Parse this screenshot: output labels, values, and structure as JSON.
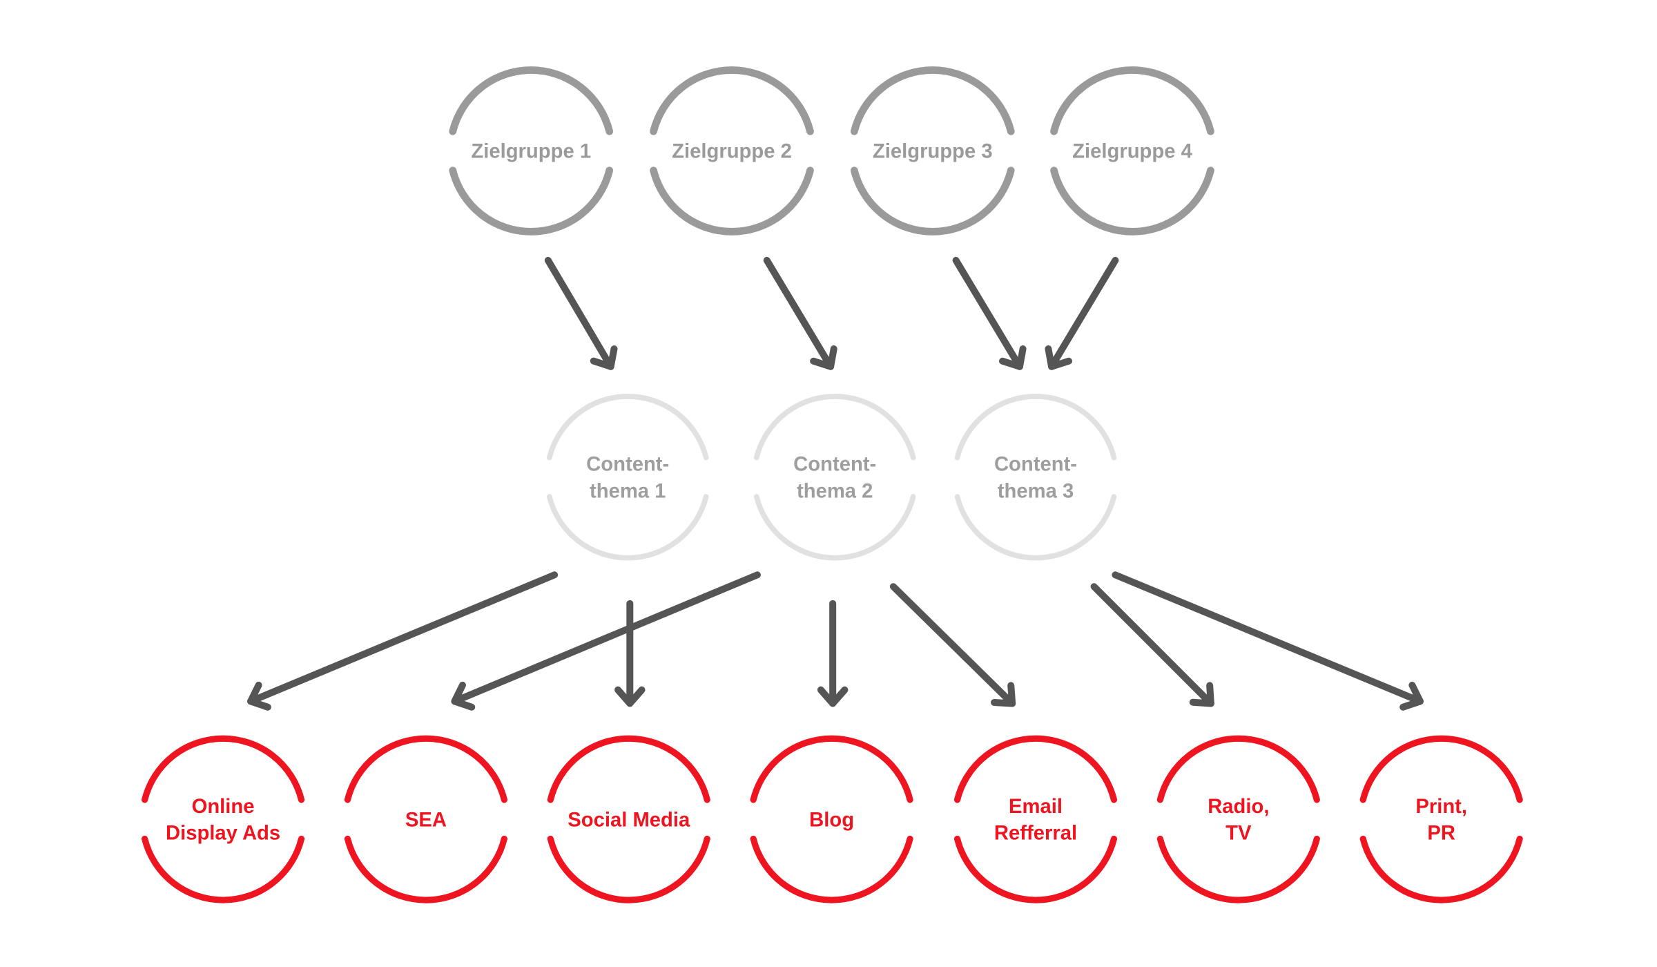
{
  "colors": {
    "audience": "#9a9a9a",
    "audience_text": "#9a9a9a",
    "topic": "#e1e1e1",
    "topic_text": "#9e9e9e",
    "channel": "#ee1520",
    "channel_text": "#ee1520",
    "arrow": "#555555"
  },
  "audiences": [
    {
      "lines": [
        "Zielgruppe 1"
      ]
    },
    {
      "lines": [
        "Zielgruppe 2"
      ]
    },
    {
      "lines": [
        "Zielgruppe 3"
      ]
    },
    {
      "lines": [
        "Zielgruppe 4"
      ]
    }
  ],
  "topics": [
    {
      "lines": [
        "Content-",
        "thema 1"
      ]
    },
    {
      "lines": [
        "Content-",
        "thema 2"
      ]
    },
    {
      "lines": [
        "Content-",
        "thema 3"
      ]
    }
  ],
  "channels": [
    {
      "lines": [
        "Online",
        "Display Ads"
      ]
    },
    {
      "lines": [
        "SEA"
      ]
    },
    {
      "lines": [
        "Social Media"
      ]
    },
    {
      "lines": [
        "Blog"
      ]
    },
    {
      "lines": [
        "Email",
        "Refferral"
      ]
    },
    {
      "lines": [
        "Radio,",
        "TV"
      ]
    },
    {
      "lines": [
        "Print,",
        "PR"
      ]
    }
  ],
  "edges": [
    {
      "from": "audiences.0",
      "to": "topics.0"
    },
    {
      "from": "audiences.1",
      "to": "topics.1"
    },
    {
      "from": "audiences.2",
      "to": "topics.2"
    },
    {
      "from": "audiences.3",
      "to": "topics.2"
    },
    {
      "from": "topics.0",
      "to": "channels.0"
    },
    {
      "from": "topics.0",
      "to": "channels.2"
    },
    {
      "from": "topics.1",
      "to": "channels.1"
    },
    {
      "from": "topics.1",
      "to": "channels.3"
    },
    {
      "from": "topics.1",
      "to": "channels.4"
    },
    {
      "from": "topics.2",
      "to": "channels.5"
    },
    {
      "from": "topics.2",
      "to": "channels.6"
    }
  ]
}
